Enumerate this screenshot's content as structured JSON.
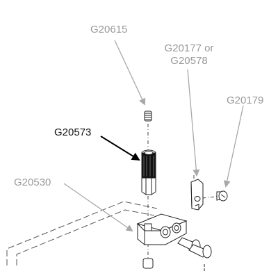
{
  "labels": {
    "g20615": "G20615",
    "g20177_line1": "G20177 or",
    "g20177_line2": "G20578",
    "g20179": "G20179",
    "g20573": "G20573",
    "g20530": "G20530"
  },
  "colors": {
    "callout_grey": "#9a9a9a",
    "callout_dark": "#111111",
    "part_outline": "#222222",
    "leader_grey": "#a8a8a8",
    "leader_dark": "#000000"
  },
  "highlighted_part": "G20573"
}
